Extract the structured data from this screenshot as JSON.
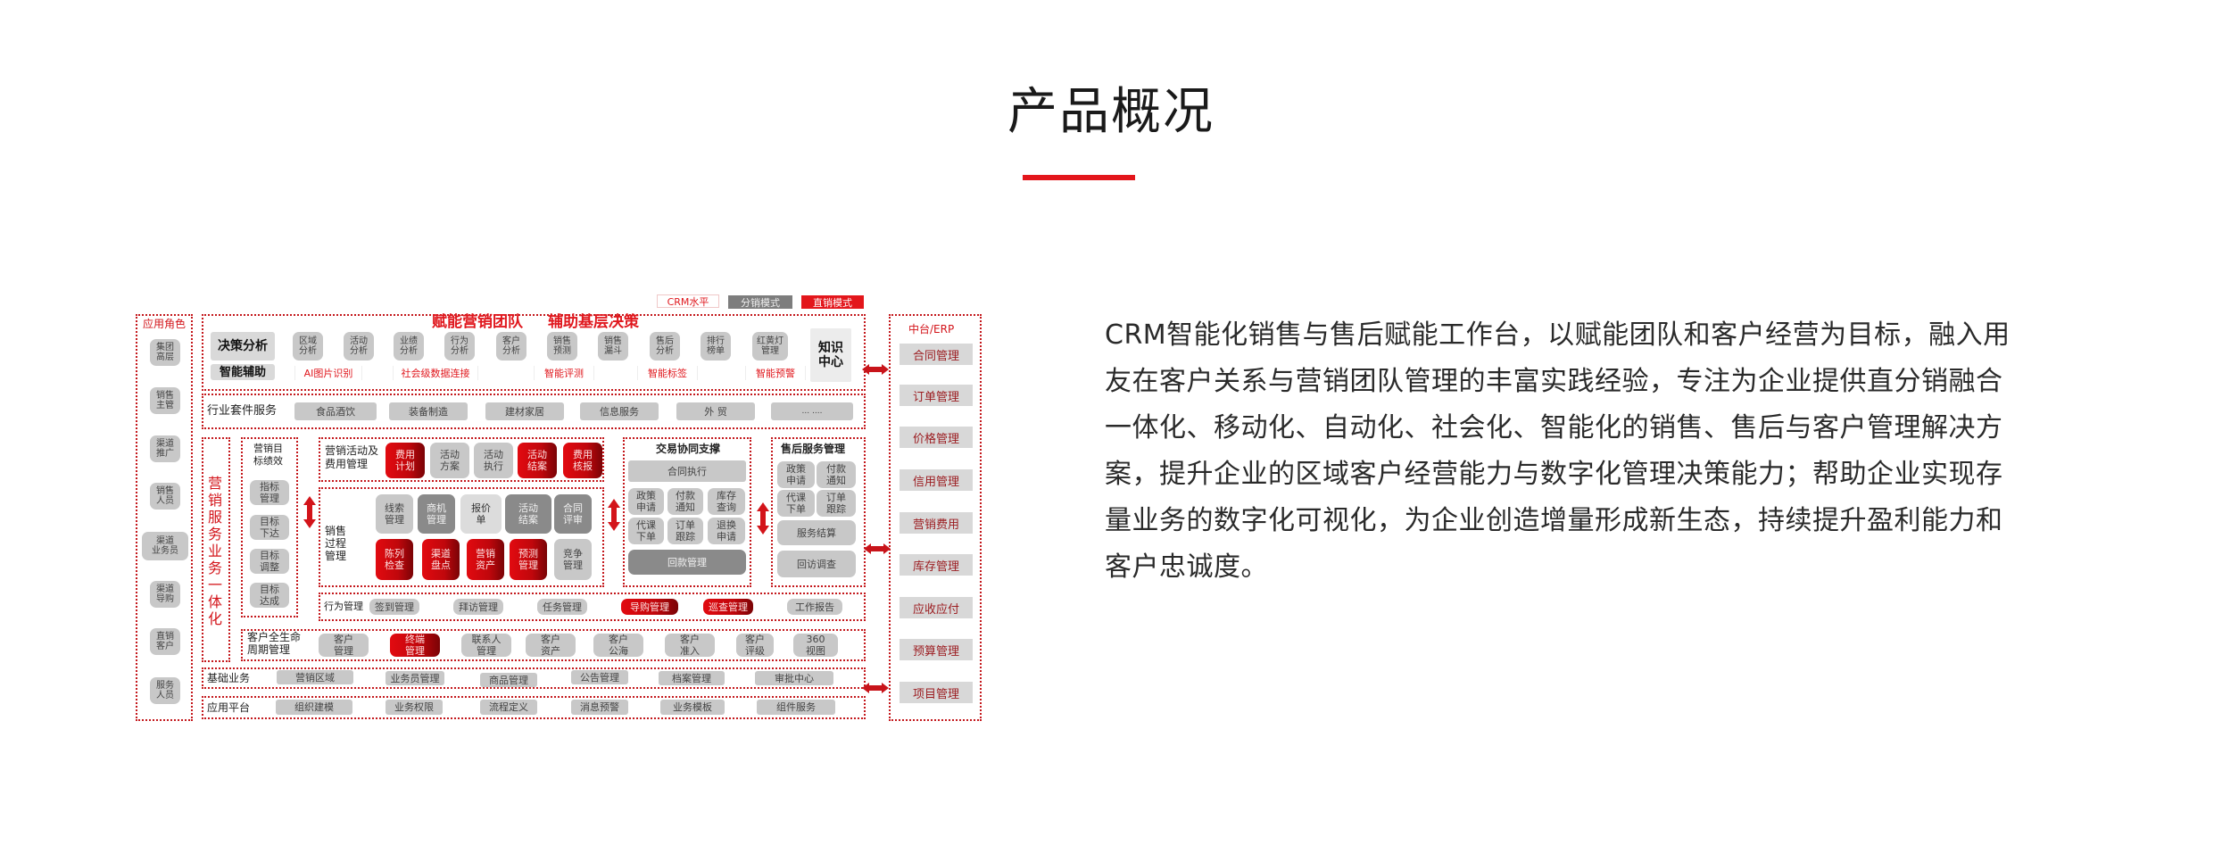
{
  "page": {
    "title": "产品概况",
    "accent_color": "#e3161b"
  },
  "legend": {
    "crm": "CRM水平",
    "distribution": "分销模式",
    "direct": "直销模式"
  },
  "roles": {
    "title": "应用角色",
    "items": [
      "集团\n高层",
      "销售\n主管",
      "渠道\n推广",
      "销售\n人员",
      "渠道\n业务员",
      "渠道\n导购",
      "直销\n客户",
      "服务\n人员"
    ]
  },
  "top_section": {
    "headline_1": "赋能营销团队",
    "headline_2": "辅助基层决策",
    "decision_label": "决策分析",
    "assist_label": "智能辅助",
    "analysis_items": [
      "区域\n分析",
      "活动\n分析",
      "业绩\n分析",
      "行为\n分析",
      "客户\n分析",
      "销售\n预测",
      "销售\n漏斗",
      "售后\n分析",
      "排行\n榜单",
      "红黄灯\n管理"
    ],
    "smart_tags": [
      "AI图片识别",
      "社会级数据连接",
      "智能评测",
      "智能标签",
      "智能预警"
    ],
    "knowledge_center": "知识\n中心"
  },
  "industry": {
    "label": "行业套件服务",
    "items": [
      "食品酒饮",
      "装备制造",
      "建材家居",
      "信息服务",
      "外 贸",
      "... ...."
    ]
  },
  "integration_label": "营\n销\n服\n务\n业\n务\n一\n体\n化",
  "targets": {
    "title": "营销目\n标绩效",
    "items": [
      "指标\n管理",
      "目标\n下达",
      "目标\n调整",
      "目标\n达成"
    ]
  },
  "marketing_activity": {
    "label": "营销活动及\n费用管理",
    "items": [
      {
        "text": "费用\n计划",
        "style": "red"
      },
      {
        "text": "活动\n方案",
        "style": "grey"
      },
      {
        "text": "活动\n执行",
        "style": "grey"
      },
      {
        "text": "活动\n结案",
        "style": "red"
      },
      {
        "text": "费用\n核报",
        "style": "red"
      }
    ]
  },
  "sales_process": {
    "label": "销售\n过程\n管理",
    "row1": [
      {
        "text": "线索\n管理",
        "style": "grey"
      },
      {
        "text": "商机\n管理",
        "style": "dark"
      },
      {
        "text": "报价\n单",
        "style": "light"
      },
      {
        "text": "活动\n结案",
        "style": "dark"
      },
      {
        "text": "合同\n评审",
        "style": "dark"
      }
    ],
    "row2": [
      {
        "text": "陈列\n检查",
        "style": "red"
      },
      {
        "text": "渠道\n盘点",
        "style": "red"
      },
      {
        "text": "营销\n资产",
        "style": "red"
      },
      {
        "text": "预测\n管理",
        "style": "red"
      },
      {
        "text": "竞争\n管理",
        "style": "grey"
      }
    ]
  },
  "trade": {
    "title": "交易协同支撑",
    "contract": "合同执行",
    "grid": [
      "政策\n申请",
      "付款\n通知",
      "库存\n查询",
      "代课\n下单",
      "订单\n跟踪",
      "退换\n申请"
    ],
    "payment": "回款管理"
  },
  "after_sales": {
    "title": "售后服务管理",
    "grid": [
      "政策\n申请",
      "付款\n通知",
      "代课\n下单",
      "订单\n跟踪"
    ],
    "settlement": "服务结算",
    "survey": "回访调查"
  },
  "behavior": {
    "label": "行为管理",
    "items": [
      {
        "text": "签到管理",
        "style": "grey"
      },
      {
        "text": "拜访管理",
        "style": "grey"
      },
      {
        "text": "任务管理",
        "style": "grey"
      },
      {
        "text": "导购管理",
        "style": "red"
      },
      {
        "text": "巡查管理",
        "style": "red"
      },
      {
        "text": "工作报告",
        "style": "grey"
      }
    ]
  },
  "customer_lifecycle": {
    "label": "客户全生命\n周期管理",
    "items": [
      {
        "text": "客户\n管理",
        "style": "grey"
      },
      {
        "text": "终端\n管理",
        "style": "red"
      },
      {
        "text": "联系人\n管理",
        "style": "grey"
      },
      {
        "text": "客户\n资产",
        "style": "grey"
      },
      {
        "text": "客户\n公海",
        "style": "grey"
      },
      {
        "text": "客户\n准入",
        "style": "grey"
      },
      {
        "text": "客户\n评级",
        "style": "grey"
      },
      {
        "text": "360\n视图",
        "style": "grey"
      }
    ]
  },
  "basic_business": {
    "label": "基础业务",
    "items": [
      "营销区域",
      "业务员管理",
      "商品管理",
      "公告管理",
      "档案管理",
      "审批中心"
    ]
  },
  "app_platform": {
    "label": "应用平台",
    "items": [
      "组织建模",
      "业务权限",
      "流程定义",
      "消息预警",
      "业务模板",
      "组件服务"
    ]
  },
  "erp": {
    "title": "中台/ERP",
    "items": [
      "合同管理",
      "订单管理",
      "价格管理",
      "信用管理",
      "营销费用",
      "库存管理",
      "应收应付",
      "预算管理",
      "项目管理"
    ]
  },
  "description": {
    "lines": [
      "CRM智能化销售与售后赋能工作台，以赋能团队和客户经营为目标，融入用",
      "友在客户关系与营销团队管理的丰富实践经验，专注为企业提供直分销融合",
      "一体化、移动化、自动化、社会化、智能化的销售、售后与客户管理解决方",
      "案，提升企业的区域客户经营能力与数字化管理决策能力；帮助企业实现存",
      "量业务的数字化可视化，为企业创造增量形成新生态，持续提升盈利能力和",
      "客户忠诚度。"
    ]
  }
}
